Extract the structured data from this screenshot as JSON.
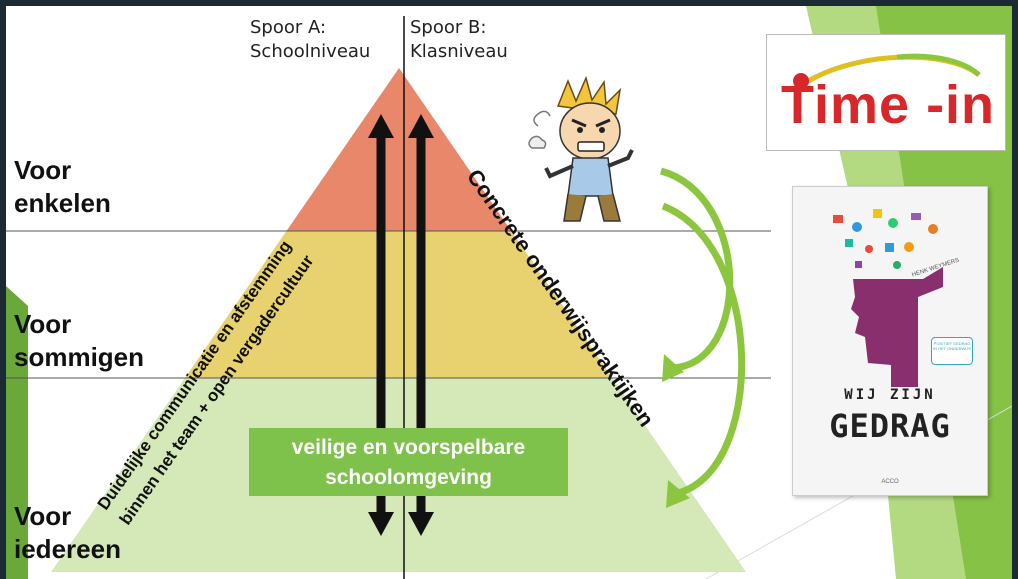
{
  "tracks": {
    "a_label_line1": "Spoor A:",
    "a_label_line2": "Schoolniveau",
    "b_label_line1": "Spoor B:",
    "b_label_line2": "Klasniveau"
  },
  "levels": [
    {
      "line1": "Voor",
      "line2": "enkelen"
    },
    {
      "line1": "Voor",
      "line2": "sommigen"
    },
    {
      "line1": "Voor",
      "line2": "iedereen"
    }
  ],
  "left_side_text": {
    "line1": "Duidelijke communicatie en afstemming",
    "line2": "binnen het team + open vergadercultuur"
  },
  "right_side_text": "Concrete onderwijspraktijken",
  "base_box": {
    "line1": "veilige en voorspelbare",
    "line2": "schoolomgeving"
  },
  "logo": {
    "text": "Time -in"
  },
  "book": {
    "title_line1": "WIJ ZIJN",
    "title_line2": "GEDRAG",
    "author": "HENK WEYMERS",
    "badge": "POSITIEF GEDRAG IN HET ONDERWIJS",
    "publisher": "ACCO"
  },
  "colors": {
    "top_band": "#e8876a",
    "middle_band": "#e8d270",
    "bottom_band": "#d5e8b8",
    "accent_green": "#7fc24b",
    "logo_red": "#d7272a",
    "head_purple": "#8a2f6e"
  },
  "icons": {
    "angry_figure": "angry-cartoon-figure",
    "curved_arrows": "curved-arrow-icon",
    "double_arrows": "double-headed-arrow-icon"
  }
}
